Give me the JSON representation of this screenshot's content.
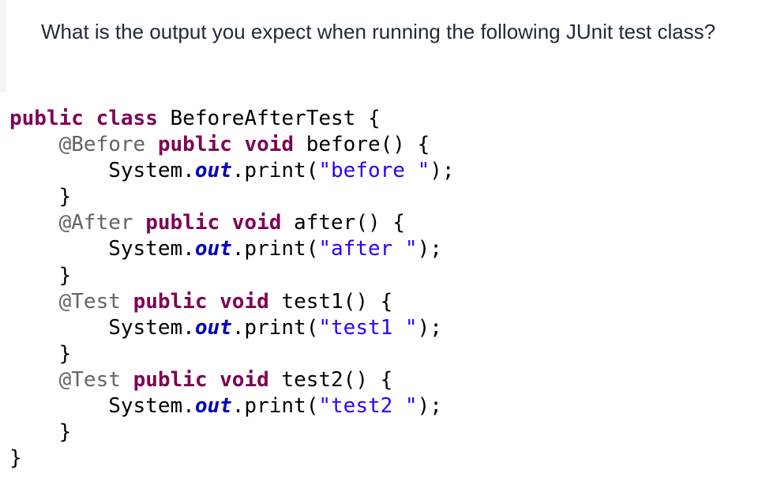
{
  "question": {
    "text": "What is the output you expect when running the following JUnit test class?"
  },
  "code": {
    "lines": [
      [
        {
          "t": "kw",
          "v": "public"
        },
        {
          "t": "p",
          "v": " "
        },
        {
          "t": "kw",
          "v": "class"
        },
        {
          "t": "p",
          "v": " BeforeAfterTest {"
        }
      ],
      [
        {
          "t": "p",
          "v": "    "
        },
        {
          "t": "ann",
          "v": "@Before"
        },
        {
          "t": "p",
          "v": " "
        },
        {
          "t": "kw",
          "v": "public"
        },
        {
          "t": "p",
          "v": " "
        },
        {
          "t": "kw",
          "v": "void"
        },
        {
          "t": "p",
          "v": " before() {"
        }
      ],
      [
        {
          "t": "p",
          "v": "        System."
        },
        {
          "t": "fld",
          "v": "out"
        },
        {
          "t": "p",
          "v": ".print("
        },
        {
          "t": "str",
          "v": "\"before \""
        },
        {
          "t": "p",
          "v": ");"
        }
      ],
      [
        {
          "t": "p",
          "v": "    }"
        }
      ],
      [
        {
          "t": "p",
          "v": "    "
        },
        {
          "t": "ann",
          "v": "@After"
        },
        {
          "t": "p",
          "v": " "
        },
        {
          "t": "kw",
          "v": "public"
        },
        {
          "t": "p",
          "v": " "
        },
        {
          "t": "kw",
          "v": "void"
        },
        {
          "t": "p",
          "v": " after() {"
        }
      ],
      [
        {
          "t": "p",
          "v": "        System."
        },
        {
          "t": "fld",
          "v": "out"
        },
        {
          "t": "p",
          "v": ".print("
        },
        {
          "t": "str",
          "v": "\"after \""
        },
        {
          "t": "p",
          "v": ");"
        }
      ],
      [
        {
          "t": "p",
          "v": "    }"
        }
      ],
      [
        {
          "t": "p",
          "v": "    "
        },
        {
          "t": "ann",
          "v": "@Test"
        },
        {
          "t": "p",
          "v": " "
        },
        {
          "t": "kw",
          "v": "public"
        },
        {
          "t": "p",
          "v": " "
        },
        {
          "t": "kw",
          "v": "void"
        },
        {
          "t": "p",
          "v": " test1() {"
        }
      ],
      [
        {
          "t": "p",
          "v": "        System."
        },
        {
          "t": "fld",
          "v": "out"
        },
        {
          "t": "p",
          "v": ".print("
        },
        {
          "t": "str",
          "v": "\"test1 \""
        },
        {
          "t": "p",
          "v": ");"
        }
      ],
      [
        {
          "t": "p",
          "v": "    }"
        }
      ],
      [
        {
          "t": "p",
          "v": "    "
        },
        {
          "t": "ann",
          "v": "@Test"
        },
        {
          "t": "p",
          "v": " "
        },
        {
          "t": "kw",
          "v": "public"
        },
        {
          "t": "p",
          "v": " "
        },
        {
          "t": "kw",
          "v": "void"
        },
        {
          "t": "p",
          "v": " test2() {"
        }
      ],
      [
        {
          "t": "p",
          "v": "        System."
        },
        {
          "t": "fld",
          "v": "out"
        },
        {
          "t": "p",
          "v": ".print("
        },
        {
          "t": "str",
          "v": "\"test2 \""
        },
        {
          "t": "p",
          "v": ");"
        }
      ],
      [
        {
          "t": "p",
          "v": "    }"
        }
      ],
      [
        {
          "t": "p",
          "v": "}"
        }
      ]
    ]
  },
  "colors": {
    "keyword": "#7f0055",
    "annotation": "#646464",
    "field": "#0000c0",
    "string": "#2a00ff",
    "question_text": "#1f2a3a"
  }
}
